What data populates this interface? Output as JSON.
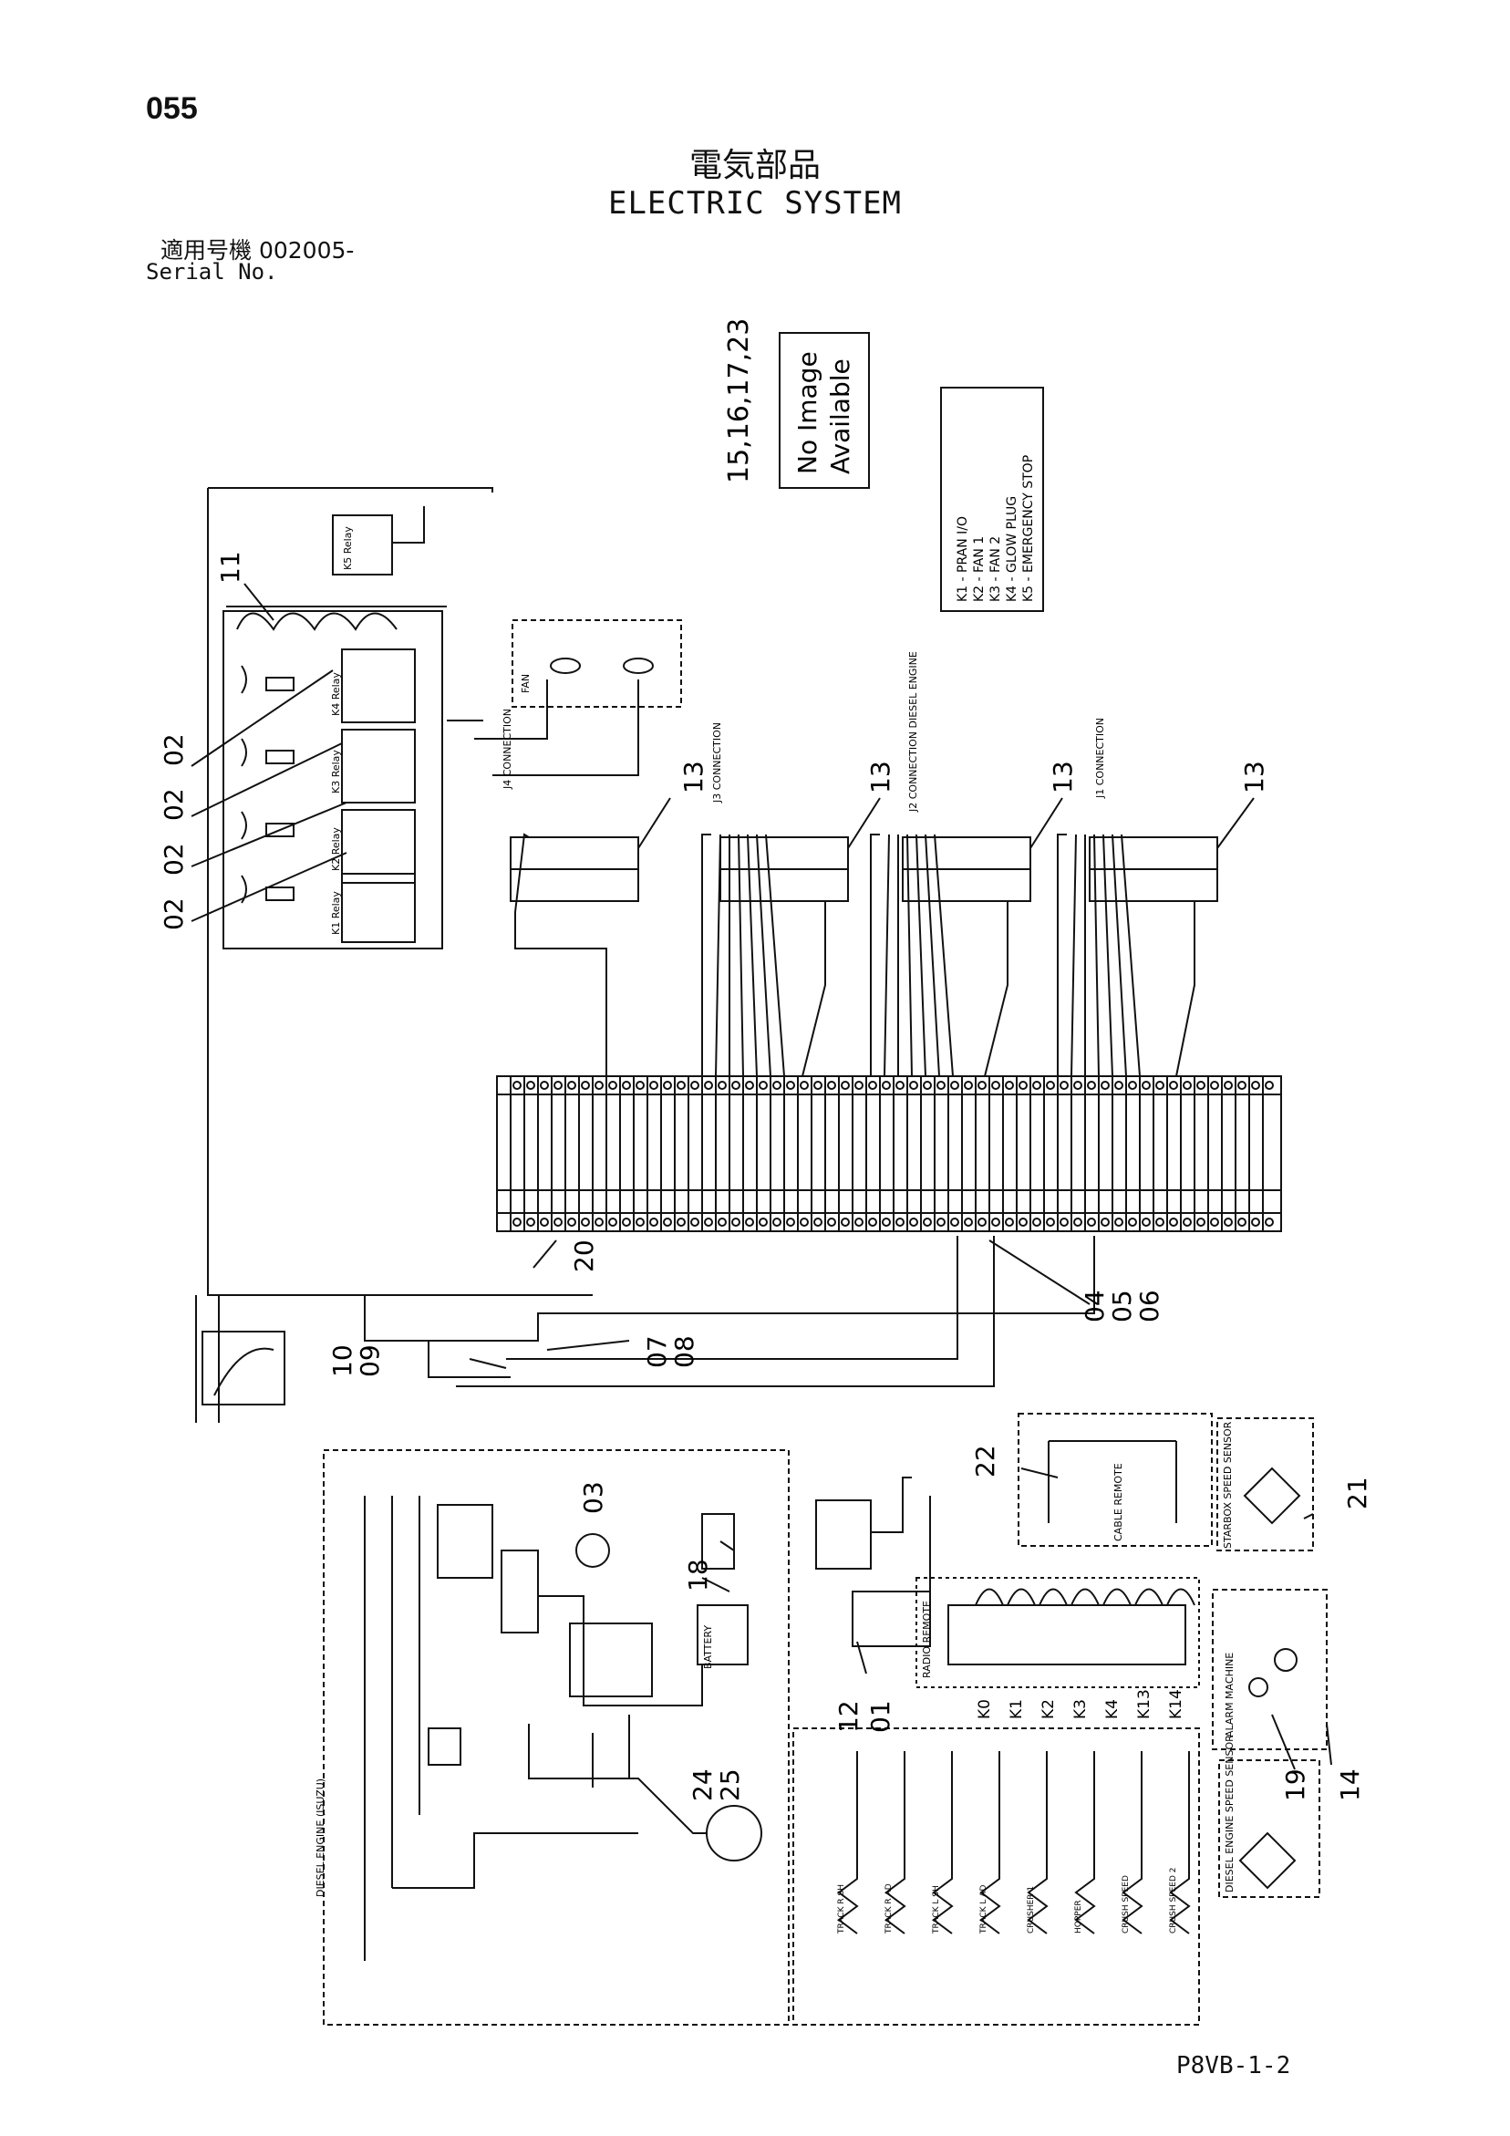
{
  "page_number": "055",
  "title_jp": "電気部品",
  "title_en": "ELECTRIC SYSTEM",
  "serial_jp": "適用号機  002005-",
  "serial_en": "Serial No.",
  "footer_code": "P8VB-1-2",
  "no_image": {
    "refs": "15,16,17,23",
    "line1": "No Image",
    "line2": "Available"
  },
  "relay_legend": [
    "K1 - PRAN I/O",
    "K2 - FAN 1",
    "K3 - FAN 2",
    "K4 - GLOW PLUG",
    "K5 - EMERGENCY STOP"
  ],
  "callouts": {
    "c02a": "02",
    "c02b": "02",
    "c02c": "02",
    "c02d": "02",
    "c11": "11",
    "c13a": "13",
    "c13b": "13",
    "c13c": "13",
    "c13d": "13",
    "c20": "20",
    "c04": "04",
    "c05": "05",
    "c06": "06",
    "c07": "07",
    "c08": "08",
    "c10": "10",
    "c09": "09",
    "c03": "03",
    "c18": "18",
    "c22": "22",
    "c21": "21",
    "c12": "12",
    "c01": "01",
    "c24": "24",
    "c25": "25",
    "c19": "19",
    "c14": "14"
  },
  "connector_labels": {
    "j4": "J4 CONNECTION",
    "j3": "J3 CONNECTION",
    "j2": "J2 CONNECTION DIESEL ENGINE",
    "j1": "J1 CONNECTION",
    "k5": "K5 Relay",
    "k4": "K4 Relay",
    "k3": "K3 Relay",
    "k2": "K2 Relay",
    "k1": "K1 Relay",
    "fan": "FAN",
    "diesel_engine": "DIESEL ENGINE (ISUZU)",
    "radio_remote": "RADIO REMOTE",
    "cable_remote": "CABLE REMOTE",
    "starbox": "STARBOX SPEED SENSOR",
    "alarm": "ALARM MACHINE",
    "engine_sensor": "DIESEL ENGINE SPEED SENSOR",
    "battery": "BATTERY"
  },
  "radio_relays": [
    "K0",
    "K1",
    "K2",
    "K3",
    "K4",
    "K13",
    "K14"
  ],
  "diag_labels": [
    "TRACK R SH",
    "TRACK R AD",
    "TRACK L SH",
    "TRACK L AD",
    "CRUSHER 1",
    "HOPPER",
    "CRUSH SPEED",
    "CRUSH SPEED 2"
  ]
}
